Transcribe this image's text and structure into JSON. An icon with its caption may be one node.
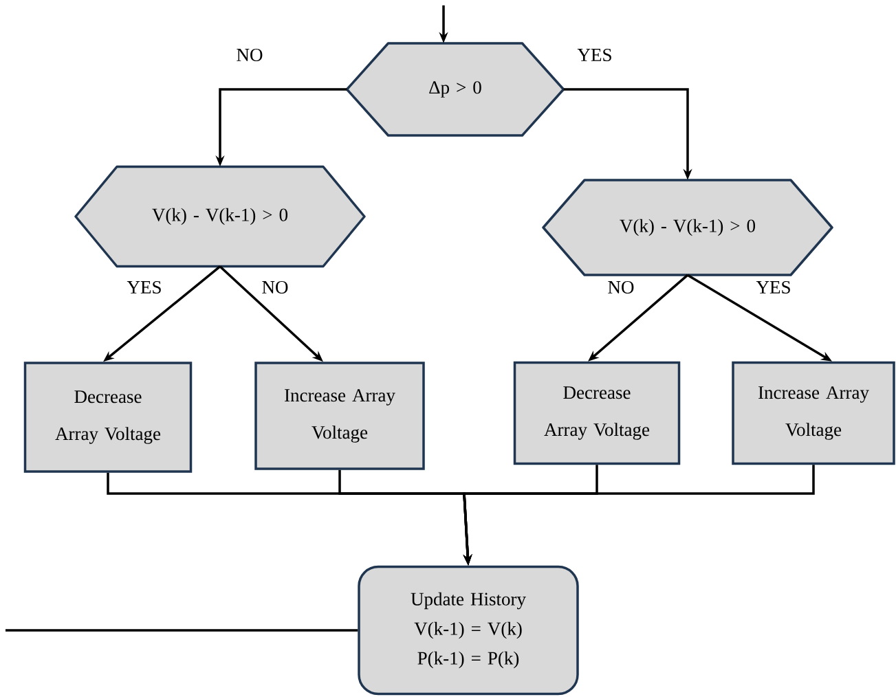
{
  "diagram": {
    "nodes": [
      {
        "text": [
          "Δp > 0"
        ]
      },
      {
        "text": [
          "V(k) - V(k-1) > 0"
        ]
      },
      {
        "text": [
          "V(k) - V(k-1) > 0"
        ]
      },
      {
        "text": [
          "Decrease Array Voltage"
        ]
      },
      {
        "text": [
          "Increase Array Voltage"
        ]
      },
      {
        "text": [
          "Decrease Array Voltage"
        ]
      },
      {
        "text": [
          "Increase Array Voltage"
        ]
      },
      {
        "text": [
          "Update History",
          "V(k-1) = V(k)",
          "P(k-1) = P(k)"
        ]
      }
    ],
    "edges": [
      {
        "from": null,
        "to": 0,
        "arrow": "to"
      },
      {
        "from": 0,
        "to": 1,
        "arrow": "to",
        "label": "NO"
      },
      {
        "from": 0,
        "to": 2,
        "arrow": "to",
        "label": "YES"
      },
      {
        "from": 1,
        "to": 3,
        "arrow": "to",
        "label": "YES"
      },
      {
        "from": 1,
        "to": 4,
        "arrow": "to",
        "label": "NO"
      },
      {
        "from": 2,
        "to": 5,
        "arrow": "to",
        "label": "NO"
      },
      {
        "from": 2,
        "to": 6,
        "arrow": "to",
        "label": "YES"
      },
      {
        "from": 3,
        "to": 7,
        "arrow": "to"
      },
      {
        "from": 4,
        "to": 7,
        "arrow": "to"
      },
      {
        "from": 5,
        "to": 7,
        "arrow": "to"
      },
      {
        "from": 6,
        "to": 7,
        "arrow": "to"
      },
      {
        "from": 7,
        "to": null,
        "arrow": "none"
      }
    ]
  }
}
